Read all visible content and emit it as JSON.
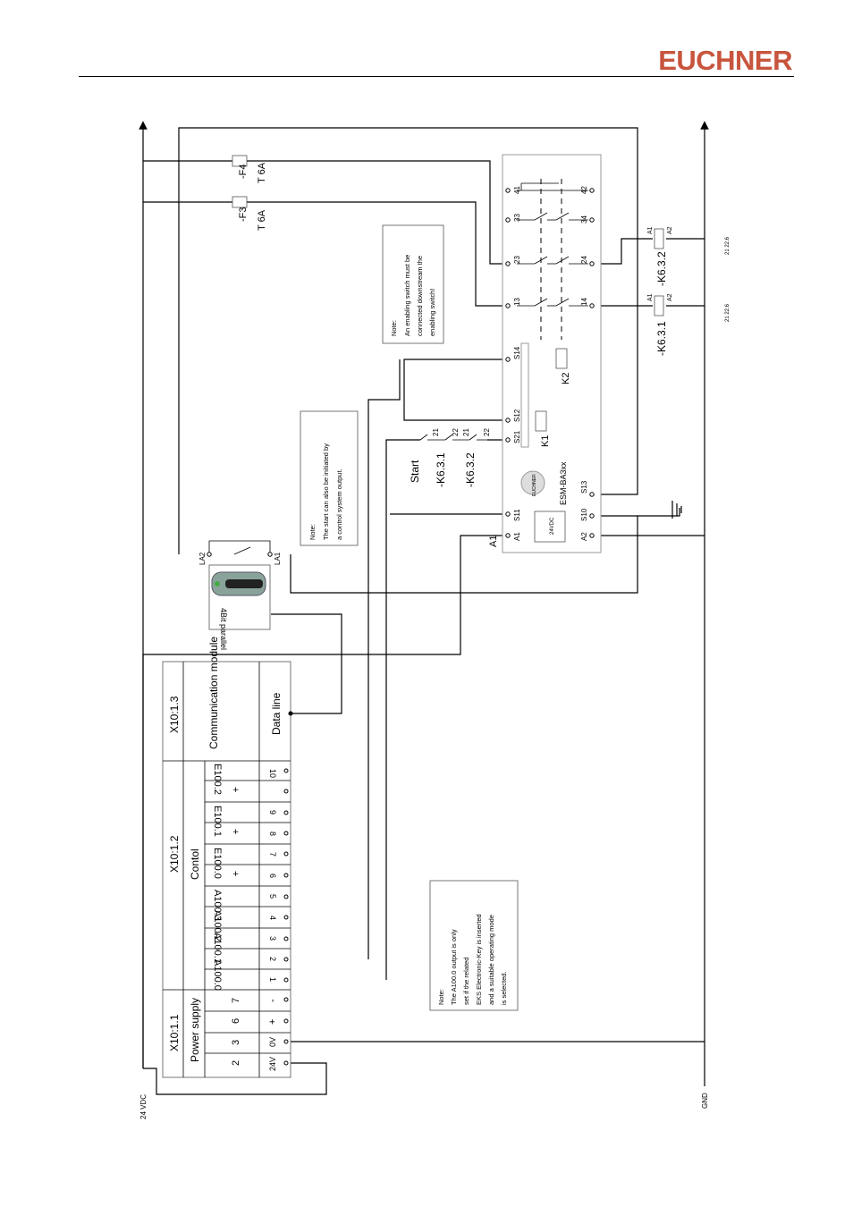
{
  "header": {
    "brand": "EUCHNER"
  },
  "rails": {
    "supply": "24 VDC",
    "ground": "GND"
  },
  "fuses": [
    {
      "id": "-F4",
      "rating": "T 6A"
    },
    {
      "id": "-F3",
      "rating": "T 6A"
    }
  ],
  "terminal_block": {
    "groups": [
      {
        "id": "X10:1.1",
        "name": "Power supply",
        "pins": [
          "2",
          "3",
          "6",
          "7"
        ],
        "signals": [
          "24V",
          "0V",
          "+",
          "-"
        ]
      },
      {
        "id": "X10:1.2",
        "name": "Contol",
        "pins": [
          "1",
          "2",
          "3",
          "4",
          "5",
          "6",
          "7",
          "8",
          "9",
          "10"
        ],
        "signals": [
          "A100.0",
          "A100.1",
          "A100.2",
          "A100.3",
          "+",
          "E100.0",
          "+",
          "E100.1",
          "+",
          "E100.2"
        ]
      },
      {
        "id": "X10:1.3",
        "name": "Communication module",
        "signals": [
          "Data line"
        ]
      }
    ]
  },
  "enabling_switch": {
    "terminals": [
      "LA2",
      "LA1"
    ],
    "label": "4Bit parallel"
  },
  "safety_relay": {
    "model": "ESM-BA3xx",
    "logo": "EUCHNER",
    "supply": "24VDC",
    "terminals": [
      "A1",
      "A2",
      "S11",
      "S10",
      "S13",
      "S21",
      "S12",
      "S14",
      "13",
      "14",
      "23",
      "24",
      "33",
      "34",
      "41",
      "42"
    ],
    "relays": [
      "K1",
      "K2"
    ],
    "a1_label": "A1"
  },
  "start_chain": {
    "items": [
      "Start",
      "-K6.3.1",
      "-K6.3.2"
    ],
    "contact_numbers": [
      "21",
      "22",
      "21",
      "22"
    ]
  },
  "contactors": [
    {
      "id": "-K6.3.1",
      "coil_terminals": [
        "A1",
        "A2"
      ],
      "xref": "21 22.6"
    },
    {
      "id": "-K6.3.2",
      "coil_terminals": [
        "A1",
        "A2"
      ],
      "xref": "21 22.6"
    }
  ],
  "notes": [
    {
      "title": "Note:",
      "text": [
        "An enabling switch must be",
        "connected downstream the",
        "enabling switch!"
      ]
    },
    {
      "title": "Note:",
      "text": [
        "The start can also be initiated by",
        "a control system output."
      ]
    },
    {
      "title": "Note:",
      "text": [
        "The A100.0 output is only",
        "set if the related",
        "EKS Electronic-Key is inserted",
        "and a suitable operating mode",
        "is selected."
      ]
    }
  ]
}
